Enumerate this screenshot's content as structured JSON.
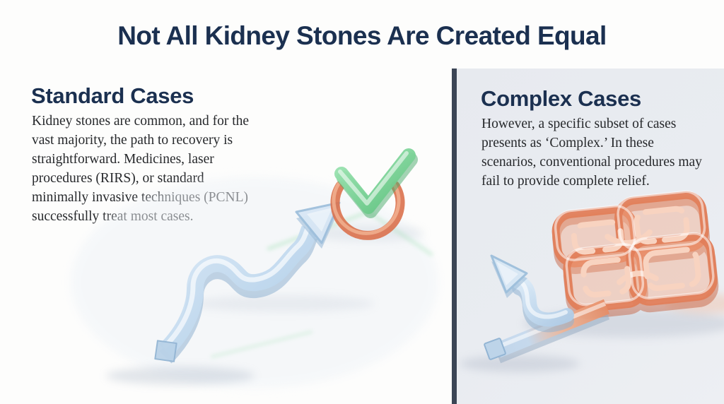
{
  "header": {
    "title": "Not All Kidney Stones Are Created Equal"
  },
  "left_panel": {
    "heading": "Standard Cases",
    "body": "Kidney stones are common, and for the vast majority, the path to recovery is straightforward. Medicines, laser procedures (RIRS), or standard minimally invasive techniques (PCNL) successfully treat most cases.",
    "illustration_alt": "glass arrow following a smooth winding path to a green checkmark inside a broken coral ring"
  },
  "right_panel": {
    "heading": "Complex Cases",
    "body": "However, a specific subset of cases presents as ‘Complex.’ In these scenarios, conventional procedures may fail to provide complete relief.",
    "illustration_alt": "blue glass arrow making a u-turn out of a tangled orange glass maze"
  },
  "colors": {
    "heading_navy": "#1b3050",
    "body_text": "#27292c",
    "divider_slate": "#3b4555",
    "right_panel_bg": "#e9ecf1",
    "glass_arrow_blue": "#bcd6ec",
    "check_green": "#6fcf8e",
    "ring_coral": "#e0815c",
    "maze_coral": "#e78a62"
  }
}
